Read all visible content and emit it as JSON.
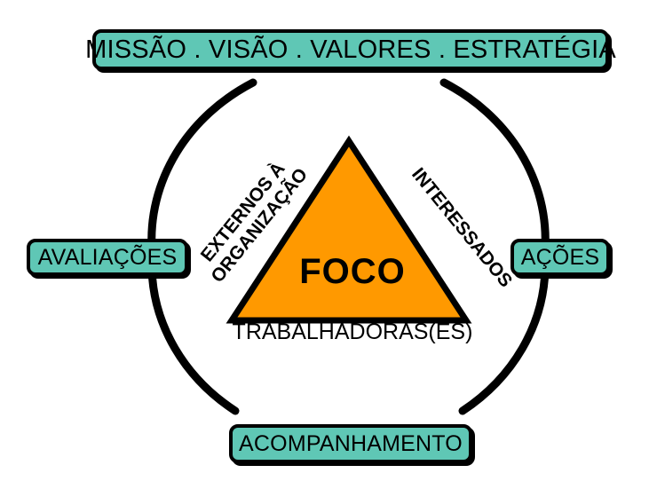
{
  "diagram": {
    "title_box": {
      "label": "MISSÃO  .  VISÃO  .  VALORES  .  ESTRATÉGIA"
    },
    "left_box": {
      "label": "AVALIAÇÕES"
    },
    "right_box": {
      "label": "AÇÕES"
    },
    "bottom_box": {
      "label": "ACOMPANHAMENTO"
    },
    "triangle": {
      "center_label": "FOCO",
      "base_label": "TRABALHADORAS(ES)",
      "left_label_line1": "EXTERNOS À",
      "left_label_line2": "ORGANIZAÇÃO",
      "right_label": "INTERESSADOS"
    },
    "colors": {
      "box_fill": "#5fc7b5",
      "box_border": "#000000",
      "triangle_fill": "#ff9900",
      "triangle_border": "#000000",
      "arc_stroke": "#000000",
      "text": "#000000",
      "background": "#ffffff"
    },
    "arcs": {
      "count": 4,
      "description": "four-broken-circle-segments"
    }
  }
}
